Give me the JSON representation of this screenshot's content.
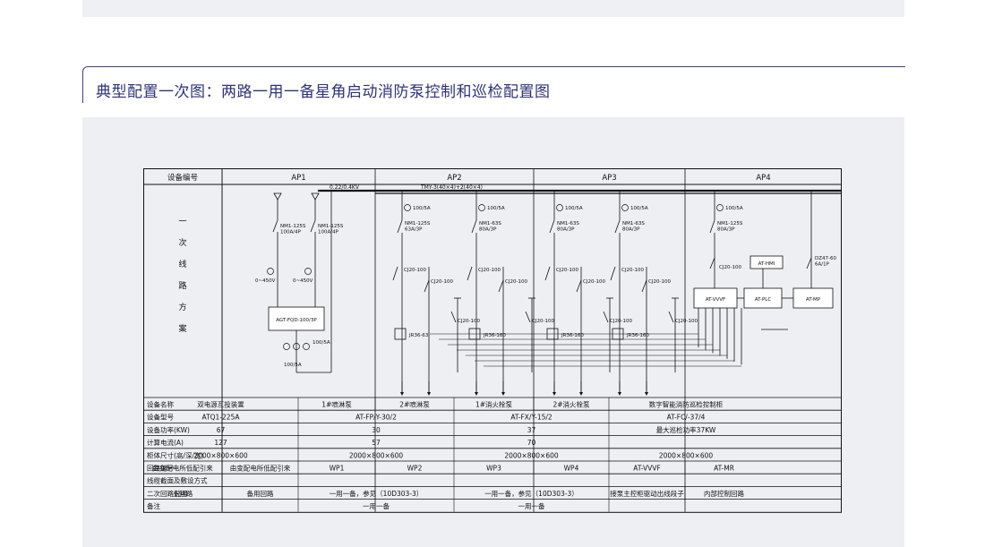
{
  "page": {
    "title": "典型配置一次图：两路一用一备星角启动消防泵控制和巡检配置图"
  },
  "table": {
    "header_label": "设备编号",
    "columns": [
      "AP1",
      "AP2",
      "AP3",
      "AP4"
    ],
    "scheme_label": [
      "一",
      "次",
      "线",
      "路",
      "方",
      "案"
    ],
    "bus_labels": {
      "voltage": "0.22/0.4KV",
      "busbar": "TMY-3(40×4)+2(40×4)"
    },
    "ap1": {
      "breakers": [
        "NM1-125S\n100A/4P",
        "NM1-125S\n100A/4P"
      ],
      "voltmeter": "0~450V",
      "ats": "AGT-FQD-100/3P",
      "ct": "100/5A",
      "ct2": "100/5A"
    },
    "ap2": {
      "ct": "100/5A",
      "breaker": "NM1-125S\n63A/3P",
      "contactor": "CJ20-100",
      "relay": "JR36-63"
    },
    "ap3": {
      "ct": "100/5A",
      "breaker": "NM1-63S\n80A/3P",
      "contactor": "CJ20-100",
      "relay": "JR36-160"
    },
    "ap4": {
      "ct": "100/5A",
      "breaker": "NM1-125S\n80A/3P",
      "contactor": "CJ20-100",
      "hmi": "AT-HMI",
      "vvvf": "AT-VVVF",
      "plc": "AT-PLC",
      "mp": "AT-MP",
      "dz": "DZ47-60\n6A/1P"
    },
    "rows": [
      {
        "label": "设备名称",
        "cells": [
          {
            "text": "双电源互投装置",
            "span": 2
          },
          {
            "text": "1#喷淋泵",
            "span": 1
          },
          {
            "text": "2#喷淋泵",
            "span": 1
          },
          {
            "text": "1#消火栓泵",
            "span": 1
          },
          {
            "text": "2#消火栓泵",
            "span": 1
          },
          {
            "text": "数字智能消防巡检控制柜",
            "span": 2
          }
        ]
      },
      {
        "label": "设备型号",
        "cells": [
          {
            "text": "ATQ1-225A",
            "span": 2
          },
          {
            "text": "AT-FP/Y-30/2",
            "span": 2
          },
          {
            "text": "AT-FX/Y-15/2",
            "span": 2
          },
          {
            "text": "AT-FC/-37/4",
            "span": 2
          }
        ]
      },
      {
        "label": "设备功率(KW)",
        "cells": [
          {
            "text": "67",
            "span": 2
          },
          {
            "text": "30",
            "span": 2
          },
          {
            "text": "37",
            "span": 2
          },
          {
            "text": "最大巡检功率37KW",
            "span": 2
          }
        ]
      },
      {
        "label": "计算电流(A)",
        "cells": [
          {
            "text": "127",
            "span": 2
          },
          {
            "text": "57",
            "span": 2
          },
          {
            "text": "70",
            "span": 2
          },
          {
            "text": "",
            "span": 2
          }
        ]
      },
      {
        "label": "柜体尺寸(高/深/宽)",
        "cells": [
          {
            "text": "2000×800×600",
            "span": 2
          },
          {
            "text": "2000×800×600",
            "span": 2
          },
          {
            "text": "2000×800×600",
            "span": 2
          },
          {
            "text": "2000×800×600",
            "span": 2
          }
        ]
      },
      {
        "label": "回路编号",
        "cells": [
          {
            "text": "由变配电所低配引来",
            "span": 1
          },
          {
            "text": "由变配电所低配引来",
            "span": 1
          },
          {
            "text": "WP1",
            "span": 1
          },
          {
            "text": "WP2",
            "span": 1
          },
          {
            "text": "WP3",
            "span": 1
          },
          {
            "text": "WP4",
            "span": 1
          },
          {
            "text": "AT-VVVF",
            "span": 1
          },
          {
            "text": "AT-MR",
            "span": 1
          }
        ]
      },
      {
        "label": "线缆截面及敷设方式",
        "cells": [
          {
            "text": "",
            "span": 2
          },
          {
            "text": "",
            "span": 2
          },
          {
            "text": "",
            "span": 2
          },
          {
            "text": "",
            "span": 2
          }
        ]
      },
      {
        "label": "二次回路说明",
        "cells": [
          {
            "text": "主回路",
            "span": 1
          },
          {
            "text": "备用回路",
            "span": 1
          },
          {
            "text": "一用一备，参见（10D303-3）",
            "span": 2
          },
          {
            "text": "一用一备，参见（10D303-3）",
            "span": 2
          },
          {
            "text": "接泵主控柜驱动出线段子",
            "span": 1
          },
          {
            "text": "内部控制回路",
            "span": 1
          }
        ]
      },
      {
        "label": "备注",
        "cells": [
          {
            "text": "",
            "span": 2
          },
          {
            "text": "一用一备",
            "span": 2
          },
          {
            "text": "一用一备",
            "span": 2
          },
          {
            "text": "",
            "span": 2
          }
        ]
      }
    ]
  }
}
